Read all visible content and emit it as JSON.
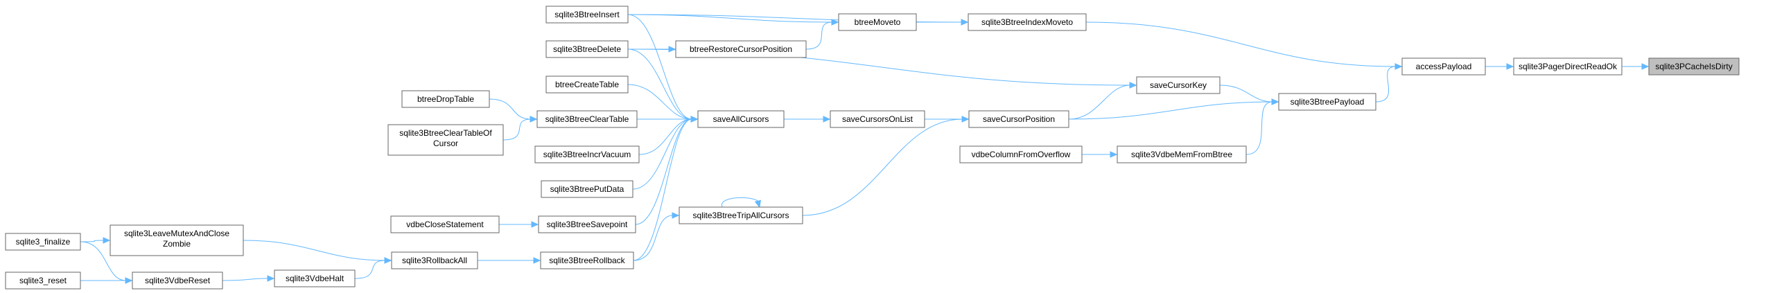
{
  "graph": {
    "nodes": {
      "sqlite3PCacheIsDirty": [
        "sqlite3PCacheIsDirty"
      ],
      "sqlite3PagerDirectReadOk": [
        "sqlite3PagerDirectReadOk"
      ],
      "accessPayload": [
        "accessPayload"
      ],
      "sqlite3BtreeIndexMoveto": [
        "sqlite3BtreeIndexMoveto"
      ],
      "sqlite3BtreePayload": [
        "sqlite3BtreePayload"
      ],
      "btreeMoveto": [
        "btreeMoveto"
      ],
      "sqlite3BtreeInsert": [
        "sqlite3BtreeInsert"
      ],
      "btreeRestoreCursorPosition": [
        "btreeRestoreCursorPosition"
      ],
      "sqlite3BtreeDelete": [
        "sqlite3BtreeDelete"
      ],
      "saveCursorKey": [
        "saveCursorKey"
      ],
      "saveCursorPosition": [
        "saveCursorPosition"
      ],
      "saveCursorsOnList": [
        "saveCursorsOnList"
      ],
      "saveAllCursors": [
        "saveAllCursors"
      ],
      "btreeCreateTable": [
        "btreeCreateTable"
      ],
      "sqlite3BtreeClearTable": [
        "sqlite3BtreeClearTable"
      ],
      "btreeDropTable": [
        "btreeDropTable"
      ],
      "sqlite3BtreeClearTableOfCursor": [
        "sqlite3BtreeClearTableOf",
        "Cursor"
      ],
      "sqlite3BtreeIncrVacuum": [
        "sqlite3BtreeIncrVacuum"
      ],
      "sqlite3BtreePutData": [
        "sqlite3BtreePutData"
      ],
      "sqlite3BtreeSavepoint": [
        "sqlite3BtreeSavepoint"
      ],
      "vdbeCloseStatement": [
        "vdbeCloseStatement"
      ],
      "sqlite3BtreeRollback": [
        "sqlite3BtreeRollback"
      ],
      "sqlite3RollbackAll": [
        "sqlite3RollbackAll"
      ],
      "sqlite3LeaveMutexAndCloseZombie": [
        "sqlite3LeaveMutexAndClose",
        "Zombie"
      ],
      "sqlite3_finalize": [
        "sqlite3_finalize"
      ],
      "sqlite3VdbeReset": [
        "sqlite3VdbeReset"
      ],
      "sqlite3_reset": [
        "sqlite3_reset"
      ],
      "sqlite3VdbeHalt": [
        "sqlite3VdbeHalt"
      ],
      "sqlite3BtreeTripAllCursors": [
        "sqlite3BtreeTripAllCursors"
      ],
      "vdbeColumnFromOverflow": [
        "vdbeColumnFromOverflow"
      ],
      "sqlite3VdbeMemFromBtree": [
        "sqlite3VdbeMemFromBtree"
      ]
    },
    "edges": [
      [
        "sqlite3PagerDirectReadOk",
        "sqlite3PCacheIsDirty"
      ],
      [
        "accessPayload",
        "sqlite3PagerDirectReadOk"
      ],
      [
        "sqlite3BtreeIndexMoveto",
        "accessPayload"
      ],
      [
        "sqlite3BtreePayload",
        "accessPayload"
      ],
      [
        "btreeMoveto",
        "sqlite3BtreeIndexMoveto"
      ],
      [
        "sqlite3BtreeInsert",
        "sqlite3BtreeIndexMoveto"
      ],
      [
        "sqlite3BtreeInsert",
        "btreeMoveto"
      ],
      [
        "btreeRestoreCursorPosition",
        "btreeMoveto"
      ],
      [
        "sqlite3BtreeDelete",
        "btreeRestoreCursorPosition"
      ],
      [
        "saveCursorKey",
        "sqlite3BtreePayload"
      ],
      [
        "sqlite3BtreeDelete",
        "saveCursorKey"
      ],
      [
        "saveCursorPosition",
        "saveCursorKey"
      ],
      [
        "saveCursorPosition",
        "sqlite3BtreePayload"
      ],
      [
        "saveCursorsOnList",
        "saveCursorPosition"
      ],
      [
        "sqlite3BtreeTripAllCursors",
        "saveCursorPosition"
      ],
      [
        "saveAllCursors",
        "saveCursorsOnList"
      ],
      [
        "sqlite3BtreeInsert",
        "saveAllCursors"
      ],
      [
        "sqlite3BtreeDelete",
        "saveAllCursors"
      ],
      [
        "btreeCreateTable",
        "saveAllCursors"
      ],
      [
        "sqlite3BtreeClearTable",
        "saveAllCursors"
      ],
      [
        "sqlite3BtreeIncrVacuum",
        "saveAllCursors"
      ],
      [
        "sqlite3BtreePutData",
        "saveAllCursors"
      ],
      [
        "sqlite3BtreeSavepoint",
        "saveAllCursors"
      ],
      [
        "sqlite3BtreeRollback",
        "saveAllCursors"
      ],
      [
        "btreeDropTable",
        "sqlite3BtreeClearTable"
      ],
      [
        "sqlite3BtreeClearTableOfCursor",
        "sqlite3BtreeClearTable"
      ],
      [
        "vdbeCloseStatement",
        "sqlite3BtreeSavepoint"
      ],
      [
        "sqlite3RollbackAll",
        "sqlite3BtreeRollback"
      ],
      [
        "sqlite3BtreeRollback",
        "sqlite3BtreeTripAllCursors"
      ],
      [
        "sqlite3BtreeTripAllCursors",
        "sqlite3BtreeTripAllCursors"
      ],
      [
        "sqlite3LeaveMutexAndCloseZombie",
        "sqlite3RollbackAll"
      ],
      [
        "sqlite3VdbeHalt",
        "sqlite3RollbackAll"
      ],
      [
        "sqlite3_finalize",
        "sqlite3LeaveMutexAndCloseZombie"
      ],
      [
        "sqlite3_finalize",
        "sqlite3VdbeReset"
      ],
      [
        "sqlite3_reset",
        "sqlite3VdbeReset"
      ],
      [
        "sqlite3VdbeReset",
        "sqlite3VdbeHalt"
      ],
      [
        "vdbeColumnFromOverflow",
        "sqlite3VdbeMemFromBtree"
      ],
      [
        "sqlite3VdbeMemFromBtree",
        "sqlite3BtreePayload"
      ]
    ],
    "colors": {
      "edge": "#63b8ff",
      "node_border": "#666666",
      "root_fill": "#bfbfbf",
      "node_fill": "#ffffff"
    }
  }
}
